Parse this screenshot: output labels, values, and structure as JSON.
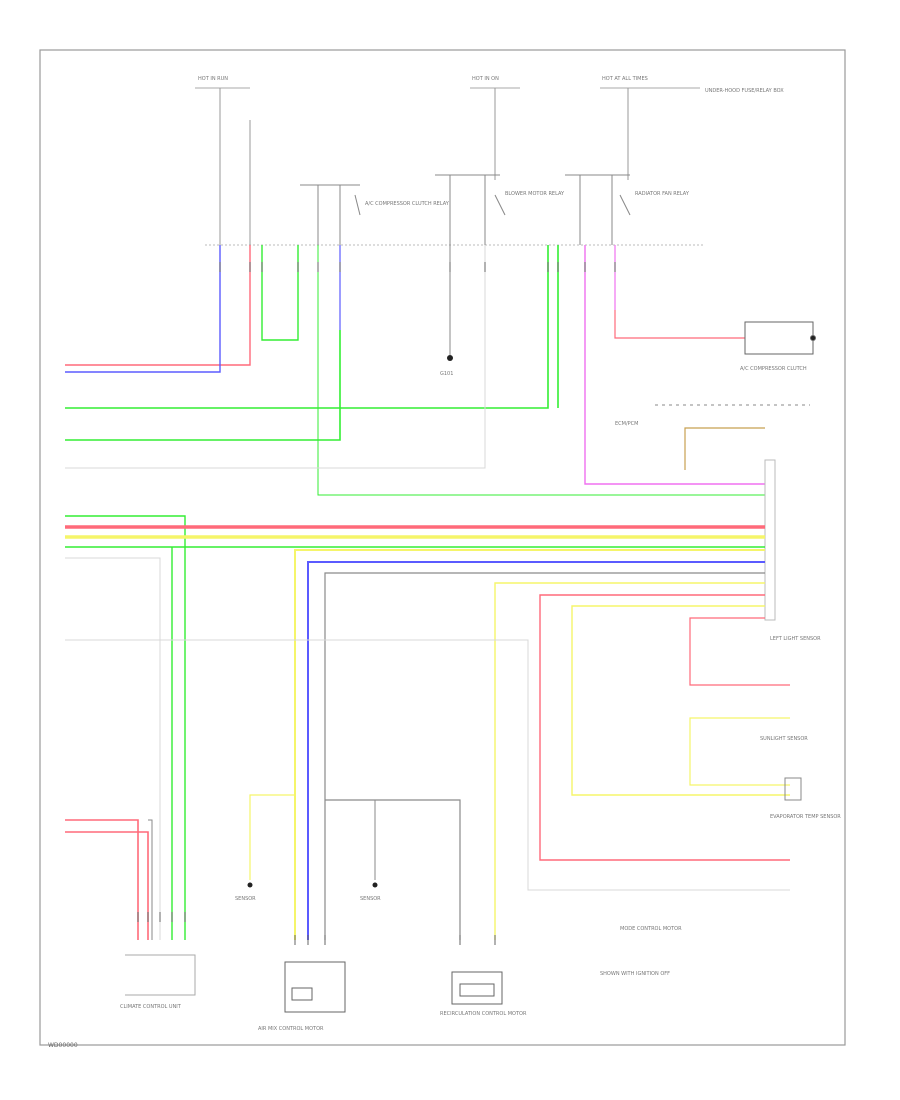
{
  "footer_code": "WD00000",
  "colors": {
    "red": "#ff6a7a",
    "blue": "#5b5bff",
    "green": "#33ee33",
    "yellow": "#f5f56a",
    "magenta": "#f070f0",
    "gray": "#8a8a8a",
    "tan": "#c8a050",
    "black": "#222222",
    "light": "#d8d8d8"
  },
  "labels": {
    "fuse_top_left": "HOT IN RUN",
    "fuse_top_mid": "HOT IN ON",
    "fuse_top_right": "HOT AT ALL TIMES",
    "right_box_note": "UNDER-HOOD FUSE/RELAY BOX",
    "ac_relay": "A/C COMPRESSOR CLUTCH RELAY",
    "blower_relay": "BLOWER MOTOR RELAY",
    "fan_relay": "RADIATOR FAN RELAY",
    "g101": "G101",
    "ac_clutch": "A/C COMPRESSOR CLUTCH",
    "engine_ecm": "ECM/PCM",
    "left_light_sensor": "LEFT LIGHT SENSOR",
    "sunlight_sensor": "SUNLIGHT SENSOR",
    "evap_sensor": "EVAPORATOR TEMP SENSOR",
    "climate_unit": "CLIMATE CONTROL UNIT",
    "mode_motor": "MODE CONTROL MOTOR",
    "recirc_motor": "RECIRCULATION CONTROL MOTOR",
    "air_mix_motor": "AIR MIX CONTROL MOTOR",
    "sensor_a": "SENSOR",
    "sensor_b": "SENSOR",
    "right_note": "SHOWN WITH IGNITION OFF"
  }
}
